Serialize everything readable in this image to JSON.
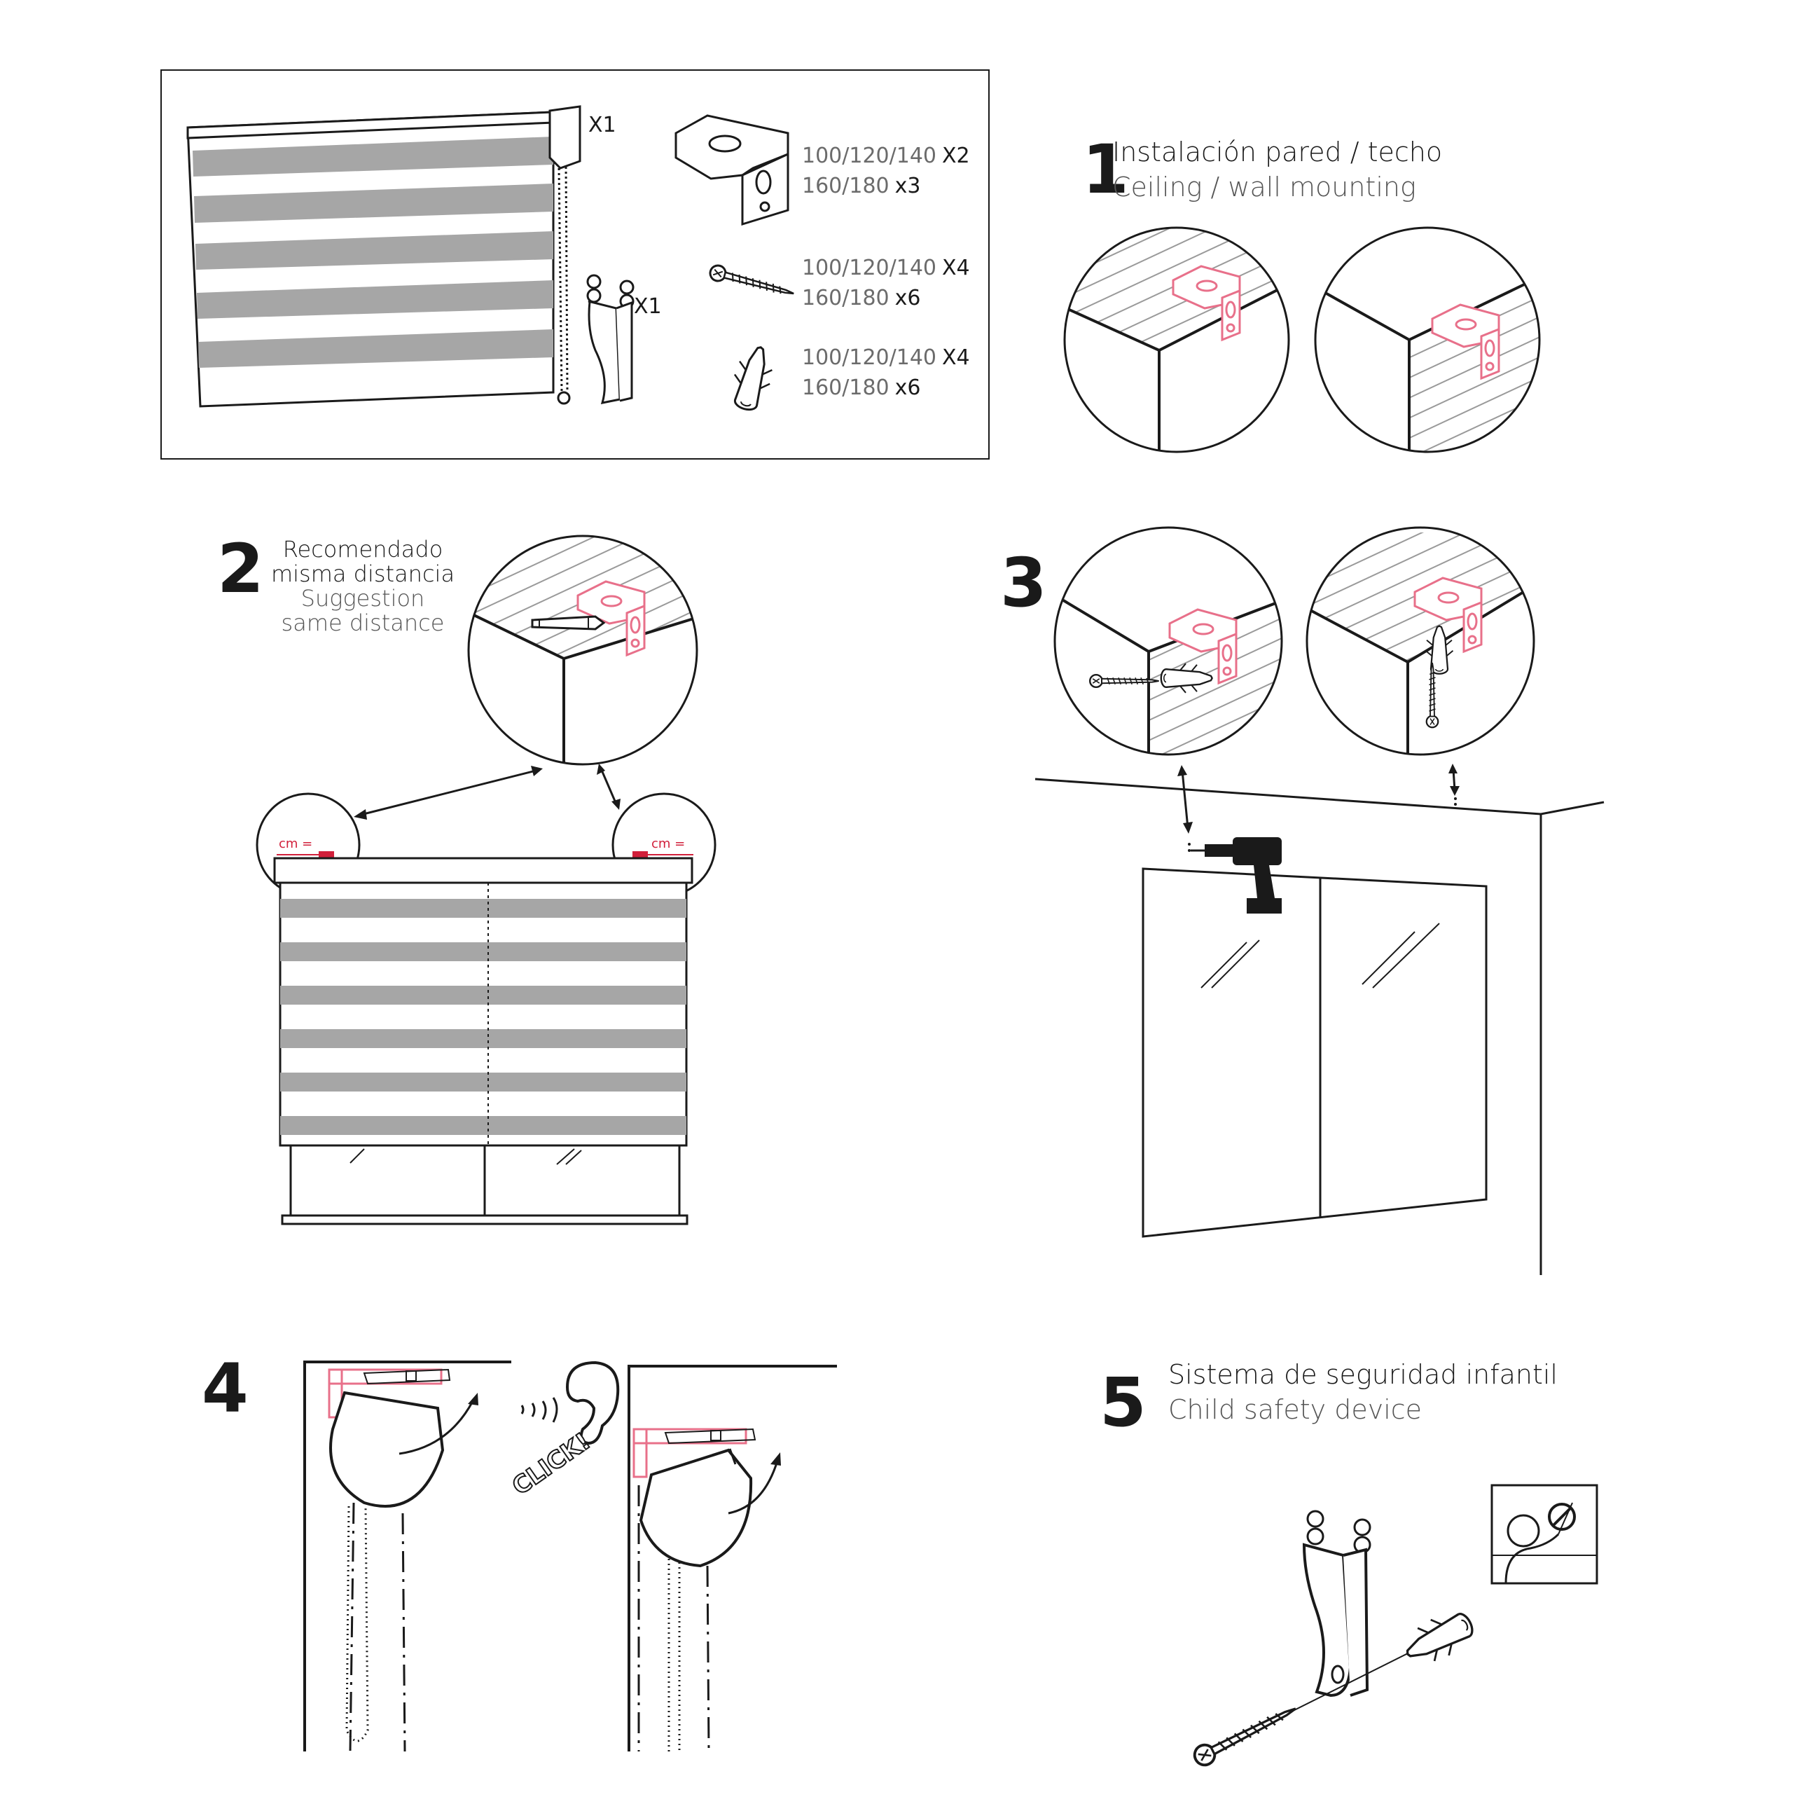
{
  "colors": {
    "ink": "#1a1a1a",
    "pink": "#e8708a",
    "red": "#d11f3a",
    "gray": "#a6a6a6"
  },
  "parts": {
    "blind_qty": "X1",
    "safety_qty": "X1",
    "brackets": {
      "line1_sizes": "100/120/140",
      "line1_qty": "X2",
      "line2_sizes": "160/180",
      "line2_qty": "x3"
    },
    "screws": {
      "line1_sizes": "100/120/140",
      "line1_qty": "X4",
      "line2_sizes": "160/180",
      "line2_qty": "x6"
    },
    "plugs": {
      "line1_sizes": "100/120/140",
      "line1_qty": "X4",
      "line2_sizes": "160/180",
      "line2_qty": "x6"
    }
  },
  "step1": {
    "number": "1",
    "line1": "Instalación pared / techo",
    "line2": "Ceiling / wall mounting"
  },
  "step2": {
    "number": "2",
    "line1": "Recomendado",
    "line2": "misma distancia",
    "line3": "Suggestion",
    "line4": "same distance",
    "cm_label": "cm ="
  },
  "step3": {
    "number": "3"
  },
  "step4": {
    "number": "4",
    "click": "CLICK!"
  },
  "step5": {
    "number": "5",
    "line1": "Sistema de seguridad infantil",
    "line2": "Child safety device"
  }
}
